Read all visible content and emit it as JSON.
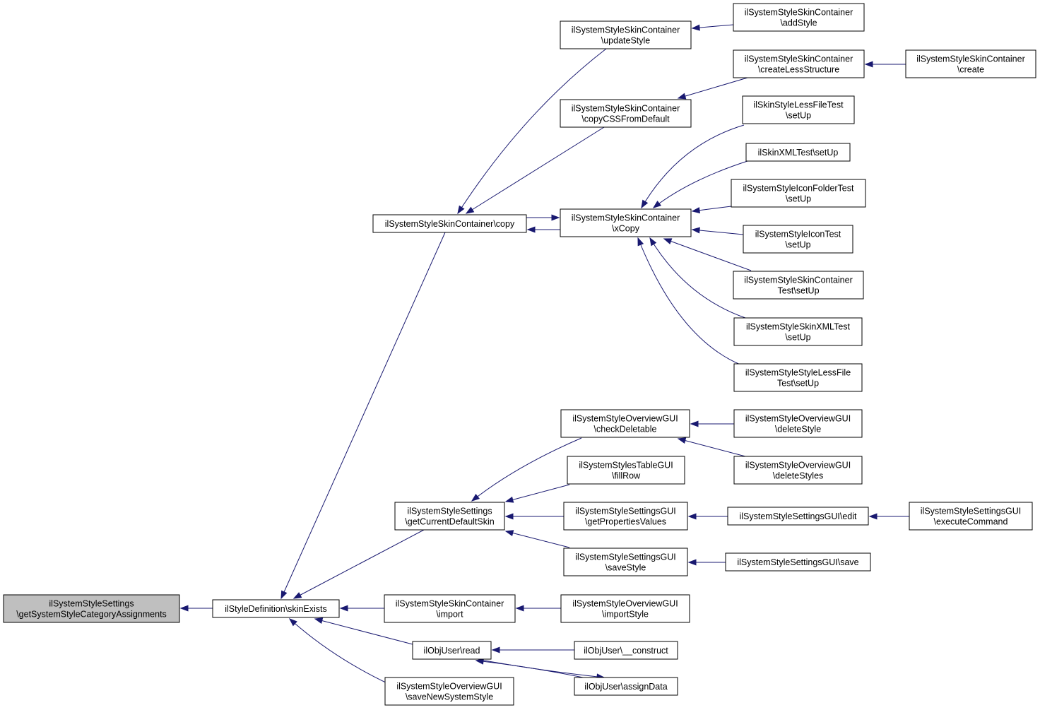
{
  "nodes": [
    {
      "id": "root",
      "lines": [
        "ilSystemStyleSettings",
        "\\getSystemStyleCategoryAssignments"
      ],
      "highlight": true
    },
    {
      "id": "skinExists",
      "lines": [
        "ilStyleDefinition\\skinExists"
      ]
    },
    {
      "id": "copy",
      "lines": [
        "ilSystemStyleSkinContainer\\copy"
      ]
    },
    {
      "id": "getCurrentDefaultSkin",
      "lines": [
        "ilSystemStyleSettings",
        "\\getCurrentDefaultSkin"
      ]
    },
    {
      "id": "import",
      "lines": [
        "ilSystemStyleSkinContainer",
        "\\import"
      ]
    },
    {
      "id": "read",
      "lines": [
        "ilObjUser\\read"
      ]
    },
    {
      "id": "saveNewSystemStyle",
      "lines": [
        "ilSystemStyleOverviewGUI",
        "\\saveNewSystemStyle"
      ]
    },
    {
      "id": "updateStyle",
      "lines": [
        "ilSystemStyleSkinContainer",
        "\\updateStyle"
      ]
    },
    {
      "id": "copyCSSFromDefault",
      "lines": [
        "ilSystemStyleSkinContainer",
        "\\copyCSSFromDefault"
      ]
    },
    {
      "id": "xCopy",
      "lines": [
        "ilSystemStyleSkinContainer",
        "\\xCopy"
      ]
    },
    {
      "id": "checkDeletable",
      "lines": [
        "ilSystemStyleOverviewGUI",
        "\\checkDeletable"
      ]
    },
    {
      "id": "fillRow",
      "lines": [
        "ilSystemStylesTableGUI",
        "\\fillRow"
      ]
    },
    {
      "id": "getPropertiesValues",
      "lines": [
        "ilSystemStyleSettingsGUI",
        "\\getPropertiesValues"
      ]
    },
    {
      "id": "saveStyle",
      "lines": [
        "ilSystemStyleSettingsGUI",
        "\\saveStyle"
      ]
    },
    {
      "id": "importStyle",
      "lines": [
        "ilSystemStyleOverviewGUI",
        "\\importStyle"
      ]
    },
    {
      "id": "construct",
      "lines": [
        "ilObjUser\\__construct"
      ]
    },
    {
      "id": "assignData",
      "lines": [
        "ilObjUser\\assignData"
      ]
    },
    {
      "id": "addStyle",
      "lines": [
        "ilSystemStyleSkinContainer",
        "\\addStyle"
      ]
    },
    {
      "id": "createLessStructure",
      "lines": [
        "ilSystemStyleSkinContainer",
        "\\createLessStructure"
      ]
    },
    {
      "id": "create",
      "lines": [
        "ilSystemStyleSkinContainer",
        "\\create"
      ]
    },
    {
      "id": "skinStyleLessFileTest",
      "lines": [
        "ilSkinStyleLessFileTest",
        "\\setUp"
      ]
    },
    {
      "id": "skinXMLTest",
      "lines": [
        "ilSkinXMLTest\\setUp"
      ]
    },
    {
      "id": "iconFolderTest",
      "lines": [
        "ilSystemStyleIconFolderTest",
        "\\setUp"
      ]
    },
    {
      "id": "iconTest",
      "lines": [
        "ilSystemStyleIconTest",
        "\\setUp"
      ]
    },
    {
      "id": "skinContainerTest",
      "lines": [
        "ilSystemStyleSkinContainer",
        "Test\\setUp"
      ]
    },
    {
      "id": "skinXMLTest2",
      "lines": [
        "ilSystemStyleSkinXMLTest",
        "\\setUp"
      ]
    },
    {
      "id": "styleLessFileTest",
      "lines": [
        "ilSystemStyleStyleLessFile",
        "Test\\setUp"
      ]
    },
    {
      "id": "deleteStyle",
      "lines": [
        "ilSystemStyleOverviewGUI",
        "\\deleteStyle"
      ]
    },
    {
      "id": "deleteStyles",
      "lines": [
        "ilSystemStyleOverviewGUI",
        "\\deleteStyles"
      ]
    },
    {
      "id": "edit",
      "lines": [
        "ilSystemStyleSettingsGUI\\edit"
      ]
    },
    {
      "id": "executeCommand",
      "lines": [
        "ilSystemStyleSettingsGUI",
        "\\executeCommand"
      ]
    },
    {
      "id": "save",
      "lines": [
        "ilSystemStyleSettingsGUI\\save"
      ]
    }
  ],
  "edges": [
    {
      "from": "skinExists",
      "to": "root"
    },
    {
      "from": "copy",
      "to": "skinExists"
    },
    {
      "from": "getCurrentDefaultSkin",
      "to": "skinExists"
    },
    {
      "from": "import",
      "to": "skinExists"
    },
    {
      "from": "read",
      "to": "skinExists"
    },
    {
      "from": "saveNewSystemStyle",
      "to": "skinExists"
    },
    {
      "from": "updateStyle",
      "to": "copy"
    },
    {
      "from": "copyCSSFromDefault",
      "to": "copy"
    },
    {
      "from": "xCopy",
      "to": "copy"
    },
    {
      "from": "copy",
      "to": "xCopy"
    },
    {
      "from": "addStyle",
      "to": "updateStyle"
    },
    {
      "from": "createLessStructure",
      "to": "copyCSSFromDefault"
    },
    {
      "from": "create",
      "to": "createLessStructure"
    },
    {
      "from": "skinStyleLessFileTest",
      "to": "xCopy"
    },
    {
      "from": "skinXMLTest",
      "to": "xCopy"
    },
    {
      "from": "iconFolderTest",
      "to": "xCopy"
    },
    {
      "from": "iconTest",
      "to": "xCopy"
    },
    {
      "from": "skinContainerTest",
      "to": "xCopy"
    },
    {
      "from": "skinXMLTest2",
      "to": "xCopy"
    },
    {
      "from": "styleLessFileTest",
      "to": "xCopy"
    },
    {
      "from": "checkDeletable",
      "to": "getCurrentDefaultSkin"
    },
    {
      "from": "fillRow",
      "to": "getCurrentDefaultSkin"
    },
    {
      "from": "getPropertiesValues",
      "to": "getCurrentDefaultSkin"
    },
    {
      "from": "saveStyle",
      "to": "getCurrentDefaultSkin"
    },
    {
      "from": "deleteStyle",
      "to": "checkDeletable"
    },
    {
      "from": "deleteStyles",
      "to": "checkDeletable"
    },
    {
      "from": "edit",
      "to": "getPropertiesValues"
    },
    {
      "from": "executeCommand",
      "to": "edit"
    },
    {
      "from": "save",
      "to": "saveStyle"
    },
    {
      "from": "importStyle",
      "to": "import"
    },
    {
      "from": "construct",
      "to": "read"
    },
    {
      "from": "assignData",
      "to": "read"
    },
    {
      "from": "read",
      "to": "assignData"
    }
  ]
}
